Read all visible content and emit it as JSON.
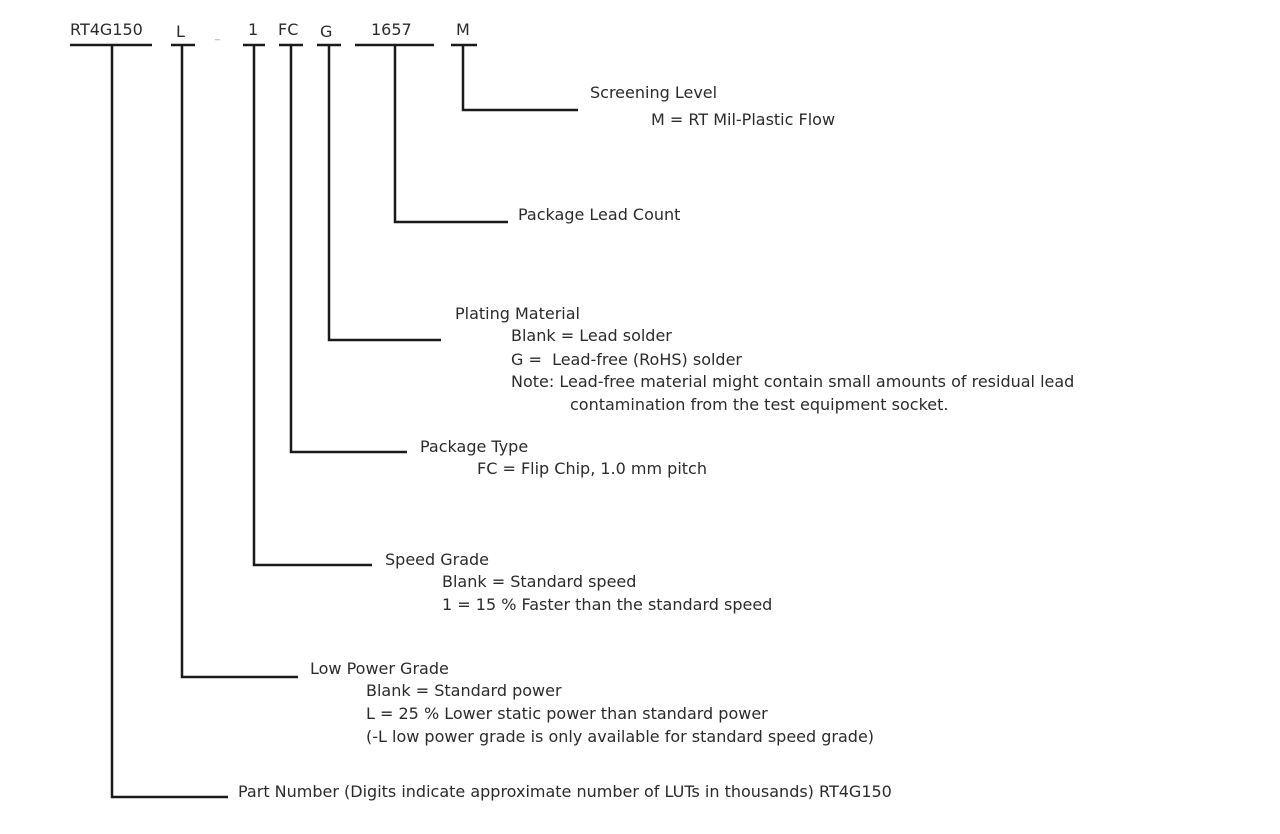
{
  "segments": {
    "part": "RT4G150",
    "low_power": "L",
    "separator": "_",
    "speed": "1",
    "package": "FC",
    "plating": "G",
    "lead_count": "1657",
    "screening": "M"
  },
  "fields": {
    "screening": {
      "title": "Screening Level",
      "lines": [
        "M = RT Mil-Plastic Flow"
      ]
    },
    "lead_count": {
      "title": "Package Lead Count"
    },
    "plating": {
      "title": "Plating Material",
      "lines": [
        "Blank = Lead solder",
        "G =  Lead-free (RoHS) solder",
        "Note: Lead-free material might contain small amounts of residual lead",
        "contamination from the test equipment socket."
      ]
    },
    "package": {
      "title": "Package Type",
      "lines": [
        "FC = Flip Chip, 1.0 mm pitch"
      ]
    },
    "speed": {
      "title": "Speed Grade",
      "lines": [
        "Blank = Standard speed",
        "1 = 15 % Faster than the standard speed"
      ]
    },
    "low_power": {
      "title": "Low Power Grade",
      "lines": [
        "Blank = Standard power",
        "L = 25 % Lower static power than standard power",
        "(-L low power grade is only available for standard speed grade)"
      ]
    },
    "part": {
      "title": "Part Number (Digits indicate approximate number of LUTs in thousands) RT4G150"
    }
  }
}
